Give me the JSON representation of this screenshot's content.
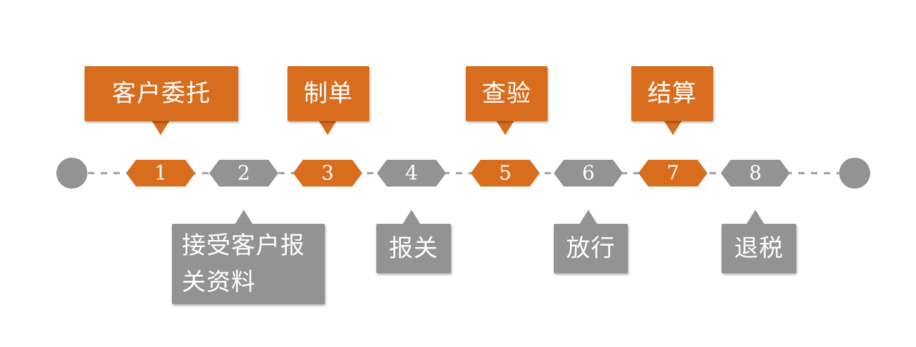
{
  "colors": {
    "orange": "#d86d1e",
    "gray": "#939393",
    "line": "#9b9b9b"
  },
  "steps": [
    {
      "number": "1",
      "color": "orange",
      "label": "客户委托"
    },
    {
      "number": "2",
      "color": "gray",
      "label": "接受客户报\n关资料"
    },
    {
      "number": "3",
      "color": "orange",
      "label": "制单"
    },
    {
      "number": "4",
      "color": "gray",
      "label": "报关"
    },
    {
      "number": "5",
      "color": "orange",
      "label": "查验"
    },
    {
      "number": "6",
      "color": "gray",
      "label": "放行"
    },
    {
      "number": "7",
      "color": "orange",
      "label": "结算"
    },
    {
      "number": "8",
      "color": "gray",
      "label": "退税"
    }
  ]
}
